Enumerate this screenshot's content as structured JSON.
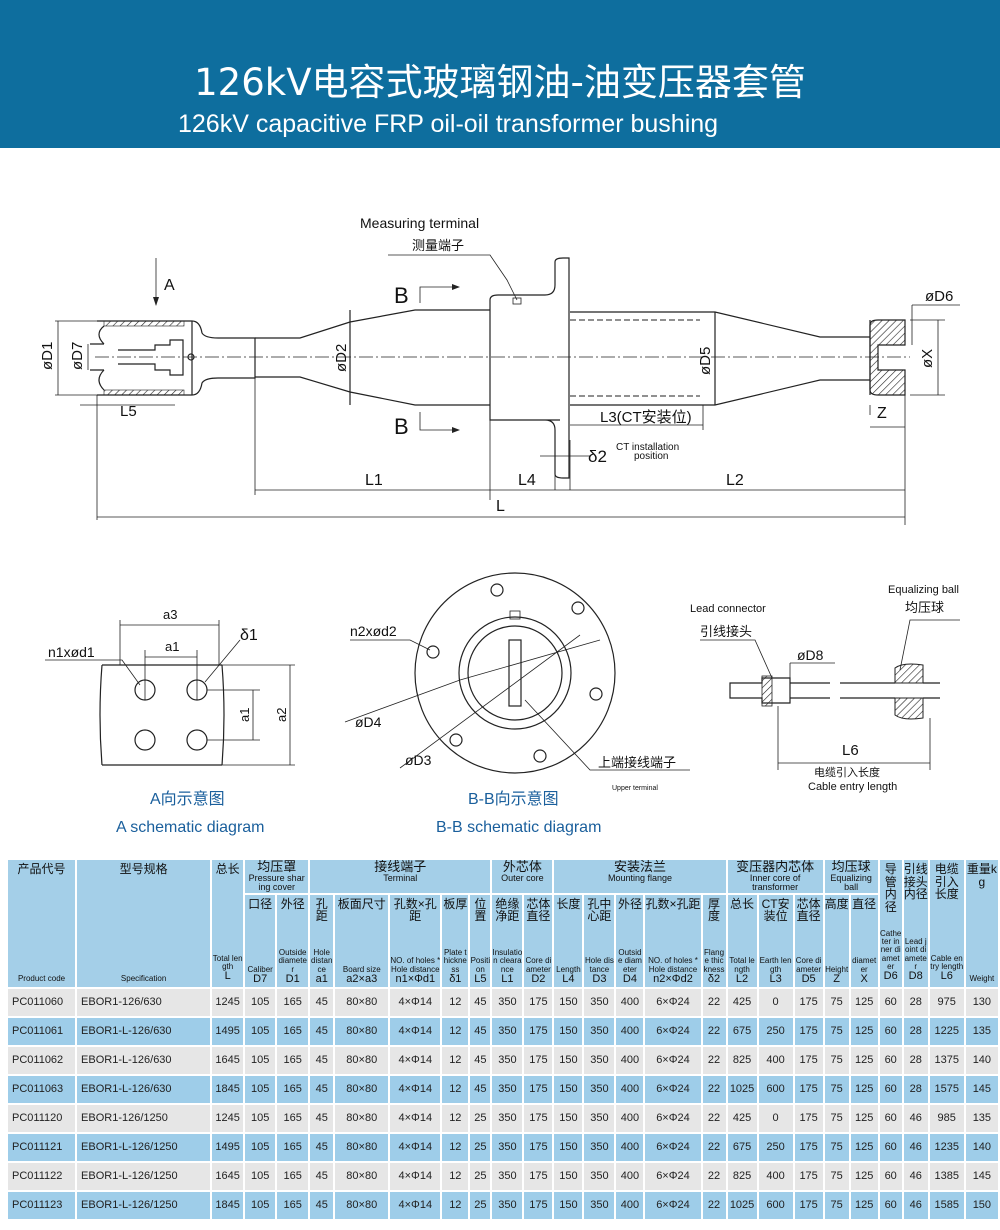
{
  "header": {
    "title_zh": "126kV电容式玻璃钢油-油变压器套管",
    "title_en": "126kV capacitive FRP oil-oil   transformer bushing"
  },
  "colors": {
    "banner": "#0e6e9e",
    "table_header": "#a4cfe8",
    "row_gray": "#e6e6e6",
    "row_blue": "#9ecde9"
  },
  "main_drawing": {
    "measuring_terminal_en": "Measuring terminal",
    "measuring_terminal_zh": "测量端子",
    "view_a": "A",
    "section_b_top": "B",
    "section_b_bottom": "B",
    "d1": "øD1",
    "d7": "øD7",
    "d2": "øD2",
    "d5": "øD5",
    "d6": "øD6",
    "x": "øX",
    "l5": "L5",
    "l3": "L3(CT安装位)",
    "delta2": "δ2",
    "ct_pos_1": "CT installation",
    "ct_pos_2": "position",
    "z": "Z",
    "l1": "L1",
    "l4": "L4",
    "l2": "L2",
    "l": "L"
  },
  "a_view": {
    "a3": "a3",
    "a1_top": "a1",
    "n1": "n1xød1",
    "delta1": "δ1",
    "a1_side": "a1",
    "a2": "a2",
    "caption_zh": "A向示意图",
    "caption_en": "A  schematic diagram"
  },
  "bb_view": {
    "n2": "n2xød2",
    "d4": "øD4",
    "d3": "øD3",
    "upper_terminal_zh": "上端接线端子",
    "upper_terminal_en": "Upper terminal",
    "caption_zh": "B-B向示意图",
    "caption_en": "B-B  schematic diagram"
  },
  "lead_view": {
    "lead_connector_en": "Lead connector",
    "lead_connector_zh": "引线接头",
    "d8": "øD8",
    "equalizing_ball_en": "Equalizing ball",
    "equalizing_ball_zh": "均压球",
    "l6": "L6",
    "cable_zh": "电缆引入长度",
    "cable_en": "Cable entry length"
  },
  "table": {
    "groups": [
      {
        "zh": "均压罩",
        "en": "Pressure shar ing cover",
        "span": 2
      },
      {
        "zh": "接线端子",
        "en": "Terminal",
        "span": 5
      },
      {
        "zh": "外芯体",
        "en": "Outer core",
        "span": 2
      },
      {
        "zh": "安装法兰",
        "en": "Mounting flange",
        "span": 5
      },
      {
        "zh": "变压器内芯体",
        "en": "Inner core of transformer",
        "span": 3
      },
      {
        "zh": "均压球",
        "en": "Equalizing ball",
        "span": 2
      }
    ],
    "columns": [
      {
        "zh": "产品代号",
        "en": "Product code",
        "sym": "",
        "group": -1
      },
      {
        "zh": "型号规格",
        "en": "Specification",
        "sym": "",
        "group": -1
      },
      {
        "zh": "总长",
        "en": "Total length",
        "sym": "L",
        "group": -1
      },
      {
        "zh": "口径",
        "en": "Caliber",
        "sym": "D7",
        "group": 0
      },
      {
        "zh": "外径",
        "en": "Outside diameter",
        "sym": "D1",
        "group": 0
      },
      {
        "zh": "孔距",
        "en": "Hole distance",
        "sym": "a1",
        "group": 1
      },
      {
        "zh": "板面尺寸",
        "en": "Board size",
        "sym": "a2×a3",
        "group": 1
      },
      {
        "zh": "孔数×孔距",
        "en": "NO. of holes * Hole distance",
        "sym": "n1×Φd1",
        "group": 1
      },
      {
        "zh": "板厚",
        "en": "Plate thickness",
        "sym": "δ1",
        "group": 1
      },
      {
        "zh": "位置",
        "en": "Position",
        "sym": "L5",
        "group": 1
      },
      {
        "zh": "绝缘净距",
        "en": "Insulation clearance",
        "sym": "L1",
        "group": 2
      },
      {
        "zh": "芯体直径",
        "en": "Core diameter",
        "sym": "D2",
        "group": 2
      },
      {
        "zh": "长度",
        "en": "Length",
        "sym": "L4",
        "group": 3
      },
      {
        "zh": "孔中心距",
        "en": "Hole distance",
        "sym": "D3",
        "group": 3
      },
      {
        "zh": "外径",
        "en": "Outside diameter",
        "sym": "D4",
        "group": 3
      },
      {
        "zh": "孔数×孔距",
        "en": "NO. of holes * Hole distance",
        "sym": "n2×Φd2",
        "group": 3
      },
      {
        "zh": "厚度",
        "en": "Flange thickness",
        "sym": "δ2",
        "group": 3
      },
      {
        "zh": "总长",
        "en": "Total length",
        "sym": "L2",
        "group": 4
      },
      {
        "zh": "CT安装位",
        "en": "Earth length",
        "sym": "L3",
        "group": 4
      },
      {
        "zh": "芯体直径",
        "en": "Core diameter",
        "sym": "D5",
        "group": 4
      },
      {
        "zh": "高度",
        "en": "Height",
        "sym": "Z",
        "group": 5
      },
      {
        "zh": "直径",
        "en": "diameter",
        "sym": "X",
        "group": 5
      },
      {
        "zh": "导管内径",
        "en": "Catheter inner diameter",
        "sym": "D6",
        "group": -2
      },
      {
        "zh": "引线接头内径",
        "en": "Lead joint diameter",
        "sym": "D8",
        "group": -2
      },
      {
        "zh": "电缆引入长度",
        "en": "Cable entry length",
        "sym": "L6",
        "group": -2
      },
      {
        "zh": "重量kg",
        "en": "Weight",
        "sym": "",
        "group": -2
      }
    ],
    "rows": [
      [
        "PC011060",
        "EBOR1-126/630",
        "1245",
        "105",
        "165",
        "45",
        "80×80",
        "4×Φ14",
        "12",
        "45",
        "350",
        "175",
        "150",
        "350",
        "400",
        "6×Φ24",
        "22",
        "425",
        "0",
        "175",
        "75",
        "125",
        "60",
        "28",
        "975",
        "130"
      ],
      [
        "PC011061",
        "EBOR1-L-126/630",
        "1495",
        "105",
        "165",
        "45",
        "80×80",
        "4×Φ14",
        "12",
        "45",
        "350",
        "175",
        "150",
        "350",
        "400",
        "6×Φ24",
        "22",
        "675",
        "250",
        "175",
        "75",
        "125",
        "60",
        "28",
        "1225",
        "135"
      ],
      [
        "PC011062",
        "EBOR1-L-126/630",
        "1645",
        "105",
        "165",
        "45",
        "80×80",
        "4×Φ14",
        "12",
        "45",
        "350",
        "175",
        "150",
        "350",
        "400",
        "6×Φ24",
        "22",
        "825",
        "400",
        "175",
        "75",
        "125",
        "60",
        "28",
        "1375",
        "140"
      ],
      [
        "PC011063",
        "EBOR1-L-126/630",
        "1845",
        "105",
        "165",
        "45",
        "80×80",
        "4×Φ14",
        "12",
        "45",
        "350",
        "175",
        "150",
        "350",
        "400",
        "6×Φ24",
        "22",
        "1025",
        "600",
        "175",
        "75",
        "125",
        "60",
        "28",
        "1575",
        "145"
      ],
      [
        "PC011120",
        "EBOR1-126/1250",
        "1245",
        "105",
        "165",
        "45",
        "80×80",
        "4×Φ14",
        "12",
        "25",
        "350",
        "175",
        "150",
        "350",
        "400",
        "6×Φ24",
        "22",
        "425",
        "0",
        "175",
        "75",
        "125",
        "60",
        "46",
        "985",
        "135"
      ],
      [
        "PC011121",
        "EBOR1-L-126/1250",
        "1495",
        "105",
        "165",
        "45",
        "80×80",
        "4×Φ14",
        "12",
        "25",
        "350",
        "175",
        "150",
        "350",
        "400",
        "6×Φ24",
        "22",
        "675",
        "250",
        "175",
        "75",
        "125",
        "60",
        "46",
        "1235",
        "140"
      ],
      [
        "PC011122",
        "EBOR1-L-126/1250",
        "1645",
        "105",
        "165",
        "45",
        "80×80",
        "4×Φ14",
        "12",
        "25",
        "350",
        "175",
        "150",
        "350",
        "400",
        "6×Φ24",
        "22",
        "825",
        "400",
        "175",
        "75",
        "125",
        "60",
        "46",
        "1385",
        "145"
      ],
      [
        "PC011123",
        "EBOR1-L-126/1250",
        "1845",
        "105",
        "165",
        "45",
        "80×80",
        "4×Φ14",
        "12",
        "25",
        "350",
        "175",
        "150",
        "350",
        "400",
        "6×Φ24",
        "22",
        "1025",
        "600",
        "175",
        "75",
        "125",
        "60",
        "46",
        "1585",
        "150"
      ]
    ]
  }
}
